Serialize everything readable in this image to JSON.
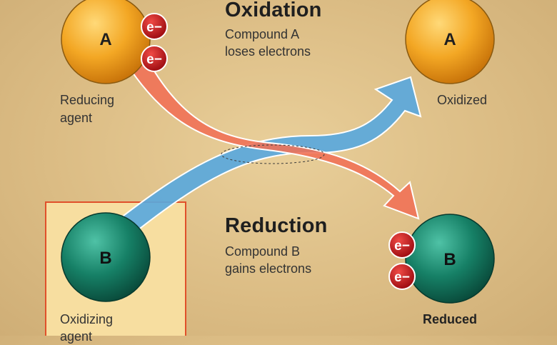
{
  "oxidation": {
    "heading": "Oxidation",
    "line1": "Compound A",
    "line2": "loses electrons"
  },
  "reduction": {
    "heading": "Reduction",
    "line1": "Compound B",
    "line2": "gains electrons"
  },
  "compound_a": {
    "letter": "A",
    "left_label_line1": "Reducing",
    "left_label_line2": "agent",
    "right_label": "Oxidized"
  },
  "compound_b": {
    "letter": "B",
    "left_label_line1": "Oxidizing",
    "left_label_line2": "agent",
    "right_label": "Reduced"
  },
  "electron_symbol": "e−",
  "colors": {
    "compound_a": "#f0a020",
    "compound_b": "#157a62",
    "electron": "#c41218",
    "oxidation_arrow": "#f07055",
    "reduction_arrow": "#5aa8dc",
    "highlight_box_fill": "#f7dea0",
    "highlight_box_border": "#e0502a"
  }
}
